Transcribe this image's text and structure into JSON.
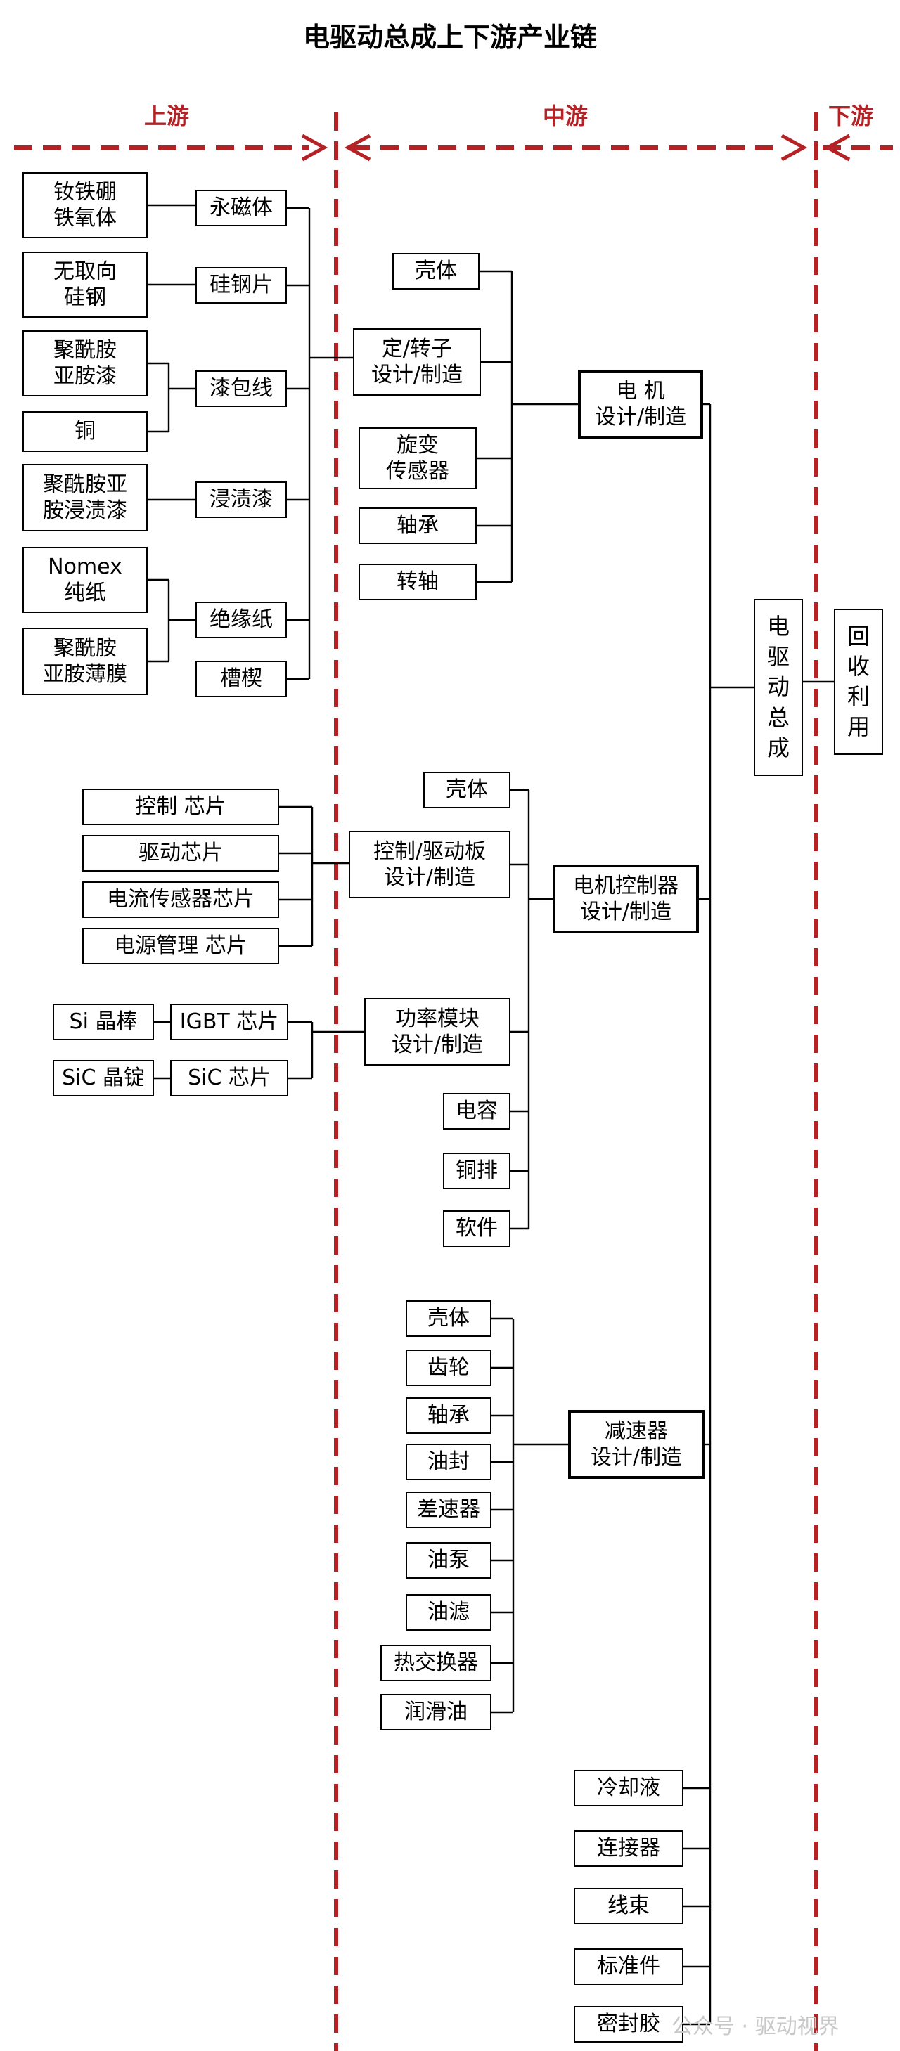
{
  "title": "电驱动总成上下游产业链",
  "regions": {
    "upstream": "上游",
    "midstream": "中游",
    "downstream": "下游"
  },
  "colors": {
    "divider": "#b52226",
    "line": "#000000"
  },
  "nodes": {
    "u_ndfeb": "钕铁硼\n铁氧体",
    "u_nonoriented": "无取向\n硅钢",
    "u_polyimide_paint": "聚酰胺\n亚胺漆",
    "u_copper": "铜",
    "u_polyimide_dip": "聚酰胺亚\n胺浸渍漆",
    "u_nomex": "Nomex\n纯纸",
    "u_polyimide_film": "聚酰胺\n亚胺薄膜",
    "u_magnet": "永磁体",
    "u_silicon_steel": "硅钢片",
    "u_enamel_wire": "漆包线",
    "u_dip_paint": "浸渍漆",
    "u_insul_paper": "绝缘纸",
    "u_slot_wedge": "槽楔",
    "u_ctrl_chip": "控制 芯片",
    "u_drive_chip": "驱动芯片",
    "u_current_chip": "电流传感器芯片",
    "u_power_chip": "电源管理 芯片",
    "u_si_rod": "Si 晶棒",
    "u_igbt": "IGBT 芯片",
    "u_sic_ingot": "SiC 晶锭",
    "u_sic_chip": "SiC 芯片",
    "m_motor_housing": "壳体",
    "m_stator": "定/转子\n设计/制造",
    "m_resolver": "旋变\n传感器",
    "m_motor_bearing": "轴承",
    "m_shaft": "转轴",
    "m_motor": "电 机\n设计/制造",
    "m_ctrl_housing": "壳体",
    "m_ctrl_board": "控制/驱动板\n设计/制造",
    "m_power_module": "功率模块\n设计/制造",
    "m_capacitor": "电容",
    "m_busbar": "铜排",
    "m_software": "软件",
    "m_controller": "电机控制器\n设计/制造",
    "m_red_housing": "壳体",
    "m_gear": "齿轮",
    "m_red_bearing": "轴承",
    "m_oil_seal": "油封",
    "m_differential": "差速器",
    "m_oil_pump": "油泵",
    "m_oil_filter": "油滤",
    "m_heat_exchanger": "热交换器",
    "m_lube_oil": "润滑油",
    "m_reducer": "减速器\n设计/制造",
    "m_coolant": "冷却液",
    "m_connector": "连接器",
    "m_harness": "线束",
    "m_standard_parts": "标准件",
    "m_sealant": "密封胶",
    "m_edrive": "电\n驱\n动\n总\n成",
    "d_recycle": "回\n收\n利\n用"
  },
  "watermark": "公众号 · 驱动视界"
}
